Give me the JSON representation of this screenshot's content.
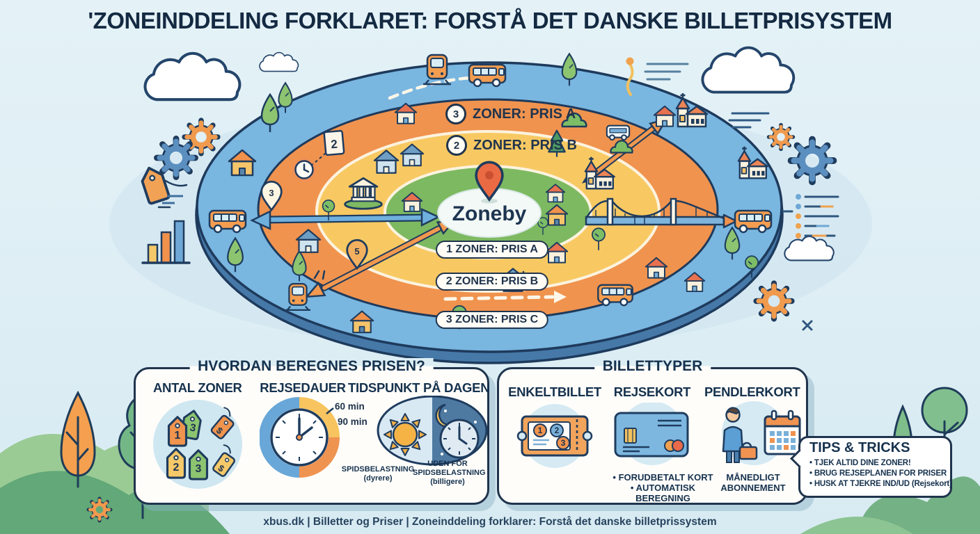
{
  "title": "'ZONEINDDELING FORKLARET: FORSTÅ DET DANSKE BILLETPRISYSTEM",
  "footer": "xbus.dk | Billetter og Priser | Zoneinddeling forklarer: Forstå det danske billetprissystem",
  "diagram": {
    "center_label": "Zoneby",
    "ring_label_a": {
      "number": "3",
      "text": "ZONER: PRIS A"
    },
    "ring_label_b": {
      "number": "2",
      "text": "ZONER: PRIS B"
    },
    "pills": [
      "1 ZONER: PRIS A",
      "2 ZONER: PRIS B",
      "3 ZONER: PRIS C"
    ],
    "markers": {
      "card": "2",
      "bus_pin": "3",
      "line_pin": "5"
    }
  },
  "price_panel": {
    "title": "HVORDAN BEREGNES PRISEN?",
    "zones": {
      "title": "ANTAL ZONER",
      "tag_numbers": [
        "1",
        "3",
        "2",
        "3"
      ],
      "dollar": "$"
    },
    "duration": {
      "title": "REJSEDAUER",
      "labels": [
        "60 min",
        "90 min"
      ]
    },
    "time": {
      "title": "TIDSPUNKT PÅ DAGEN",
      "peak_line1": "SPIDSBELASTNING",
      "peak_line2": "(dyrere)",
      "off_line1": "UDEN FOR",
      "off_line2": "SPIDSBELASTNING",
      "off_line3": "(billigere)"
    }
  },
  "ticket_panel": {
    "title": "BILLETTYPER",
    "single": {
      "title": "ENKELTBILLET",
      "numbers": [
        "1",
        "2",
        "3"
      ]
    },
    "rejsekort": {
      "title": "REJSEKORT",
      "bullet1": "• FORUDBETALT KORT",
      "bullet2": "• AUTOMATISK BEREGNING"
    },
    "pendler": {
      "title": "PENDLERKORT",
      "note1": "MÅNEDLIGT",
      "note2": "ABONNEMENT"
    }
  },
  "tips": {
    "title": "TIPS & TRICKS",
    "items": [
      "• TJEK ALTID DINE ZONER!",
      "• BRUG REJSEPLANEN FOR PRISER",
      "• HUSK AT TJEKRE IND/UD (Rejsekort)"
    ]
  }
}
